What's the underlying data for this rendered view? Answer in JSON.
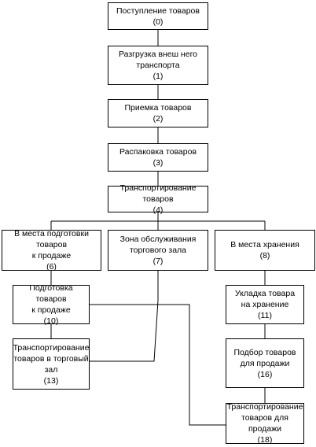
{
  "nodes": [
    {
      "id": "n0",
      "text": "Поступление товаров",
      "num": "(0)"
    },
    {
      "id": "n1",
      "text": "Разгрузка внеш него\nтранспорта",
      "num": "(1)"
    },
    {
      "id": "n2",
      "text": "Приемка товаров",
      "num": "(2)"
    },
    {
      "id": "n3",
      "text": "Распаковка товаров",
      "num": "(3)"
    },
    {
      "id": "n4",
      "text": "Транспортирование товаров",
      "num": "(4)"
    },
    {
      "id": "n6",
      "text": "В места подготовки товаров\nк продаже",
      "num": "(6)"
    },
    {
      "id": "n7",
      "text": "Зона обслуживания\nторгового зала",
      "num": "(7)"
    },
    {
      "id": "n8",
      "text": "В места хранения",
      "num": "(8)"
    },
    {
      "id": "n10",
      "text": "Подготовка товаров\nк продаже",
      "num": "(10)"
    },
    {
      "id": "n11",
      "text": "Укладка товара\nна хранение",
      "num": "(11)"
    },
    {
      "id": "n13",
      "text": "Транспортирование\nтоваров в торговый\nзал",
      "num": "(13)"
    },
    {
      "id": "n16",
      "text": "Подбор товаров\nдля продажи",
      "num": "(16)"
    },
    {
      "id": "n18",
      "text": "Транспортирование\nтоваров для продажи",
      "num": "(18)"
    }
  ]
}
